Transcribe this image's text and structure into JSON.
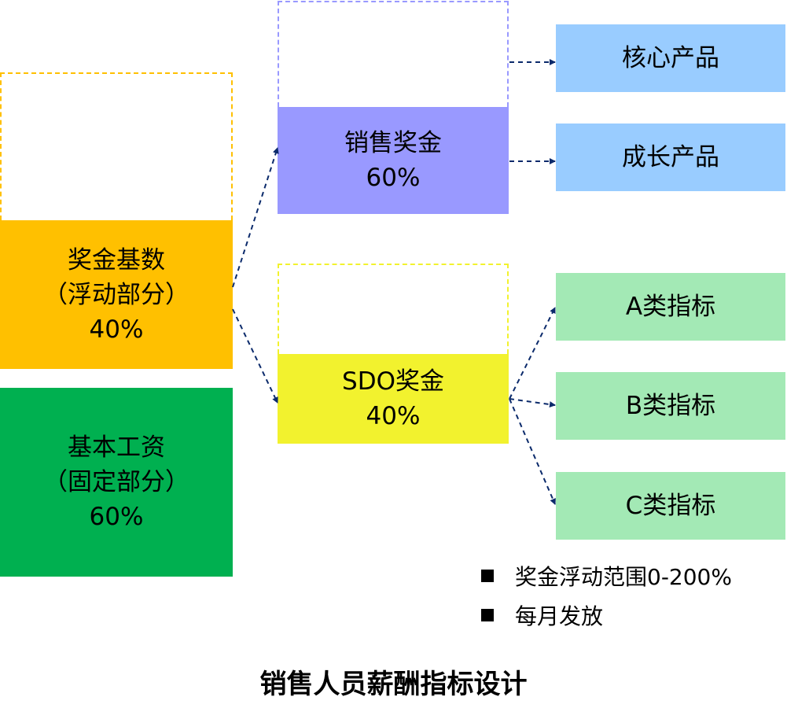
{
  "title": "销售人员薪酬指标设计",
  "colors": {
    "floating": "#FFC000",
    "fixed": "#00B050",
    "sales": "#9999FF",
    "sdo": "#F2F22E",
    "product": "#99CCFF",
    "indicator": "#A3E9B5",
    "arrow": "#0B2A6B"
  },
  "floating": {
    "line1": "奖金基数",
    "line2": "（浮动部分）",
    "pct": "40%"
  },
  "fixed": {
    "line1": "基本工资",
    "line2": "（固定部分）",
    "pct": "60%"
  },
  "sales": {
    "label": "销售奖金",
    "pct": "60%"
  },
  "sdo": {
    "label": "SDO奖金",
    "pct": "40%"
  },
  "products": [
    "核心产品",
    "成长产品"
  ],
  "indicators": [
    "A类指标",
    "B类指标",
    "C类指标"
  ],
  "notes": [
    "奖金浮动范围0-200%",
    "每月发放"
  ]
}
